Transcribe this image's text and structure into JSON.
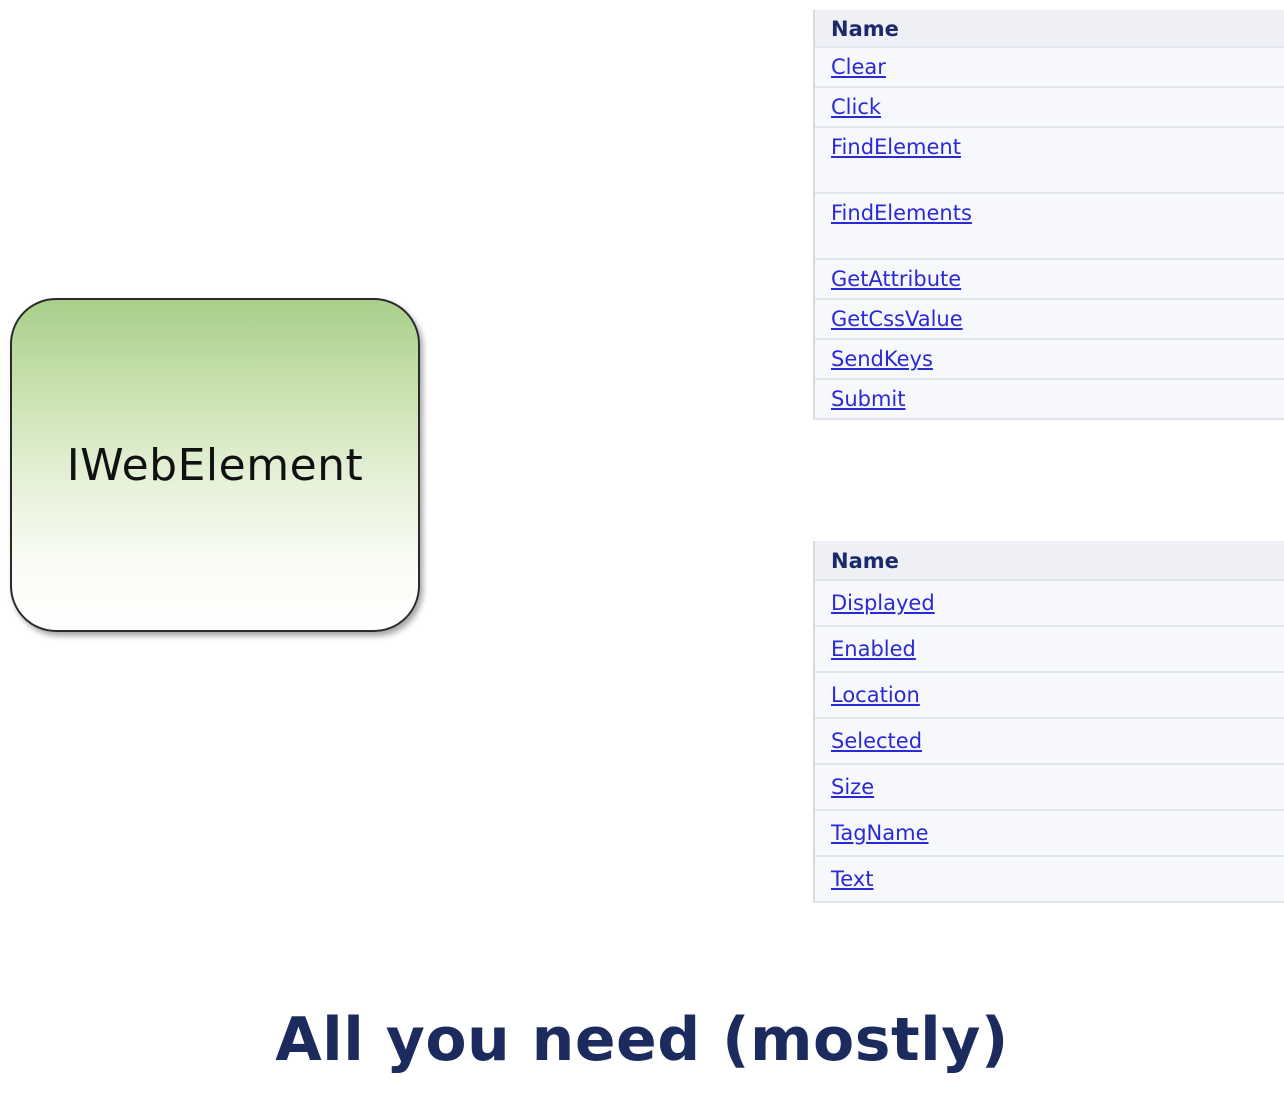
{
  "box": {
    "label": "IWebElement"
  },
  "methods_table": {
    "header": "Name",
    "rows": [
      "Clear",
      "Click",
      "FindElement",
      "FindElements",
      "GetAttribute",
      "GetCssValue",
      "SendKeys",
      "Submit"
    ]
  },
  "properties_table": {
    "header": "Name",
    "rows": [
      "Displayed",
      "Enabled",
      "Location",
      "Selected",
      "Size",
      "TagName",
      "Text"
    ]
  },
  "caption": "All you need (mostly)",
  "colors": {
    "link": "#2a2ad4",
    "header_text": "#1b2a6b",
    "caption": "#1b2b5e",
    "box_gradient_top": "#a9cf8b",
    "box_gradient_bottom": "#ffffff"
  }
}
